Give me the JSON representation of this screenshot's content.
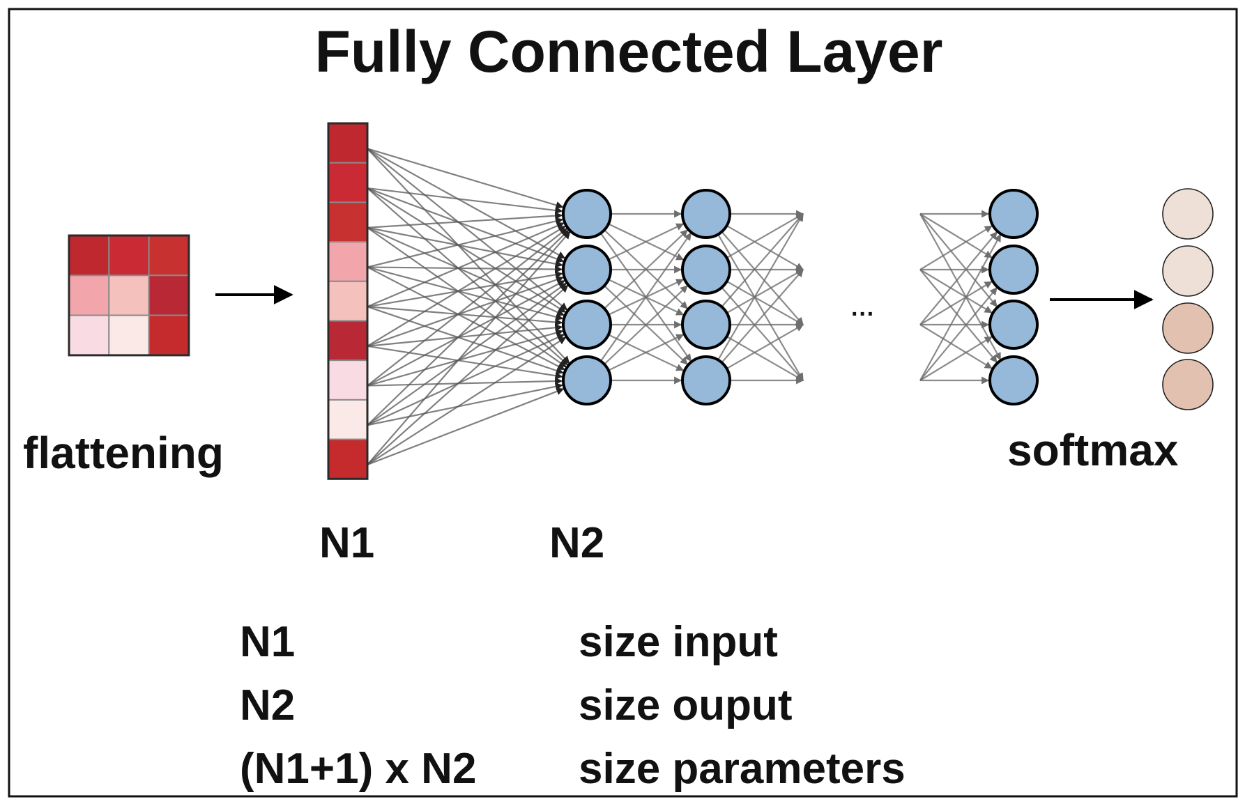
{
  "title": "Fully Connected Layer",
  "labels": {
    "flattening": "flattening",
    "softmax": "softmax",
    "n1": "N1",
    "n2": "N2",
    "ellipsis": "···"
  },
  "legend": [
    {
      "symbol": "N1",
      "description": "size input"
    },
    {
      "symbol": "N2",
      "description": "size ouput"
    },
    {
      "symbol": "(N1+1) x N2",
      "description": "size parameters"
    }
  ],
  "input_matrix": {
    "rows": 3,
    "cols": 3,
    "cells": [
      [
        "#c0282f",
        "#c92a33",
        "#c73230"
      ],
      [
        "#f2a6ab",
        "#f4c1bd",
        "#b92835"
      ],
      [
        "#f9dce3",
        "#fbe9e8",
        "#c52a2c"
      ]
    ]
  },
  "flattened_vector": [
    "#c0282f",
    "#c92a33",
    "#c73230",
    "#f2a6ab",
    "#f4c1bd",
    "#b92835",
    "#f9dce3",
    "#fbe9e8",
    "#c52a2c"
  ],
  "network": {
    "hidden_layers": [
      {
        "name": "layer-1",
        "neurons": 4
      },
      {
        "name": "layer-2",
        "neurons": 4
      },
      {
        "name": "layer-last",
        "neurons": 4
      }
    ],
    "neuron_color": "#96b9d9",
    "edge_color": "#6e6e6e"
  },
  "softmax_outputs": [
    "#eee0d7",
    "#eee0d7",
    "#e2c1b1",
    "#e2c1b1"
  ]
}
